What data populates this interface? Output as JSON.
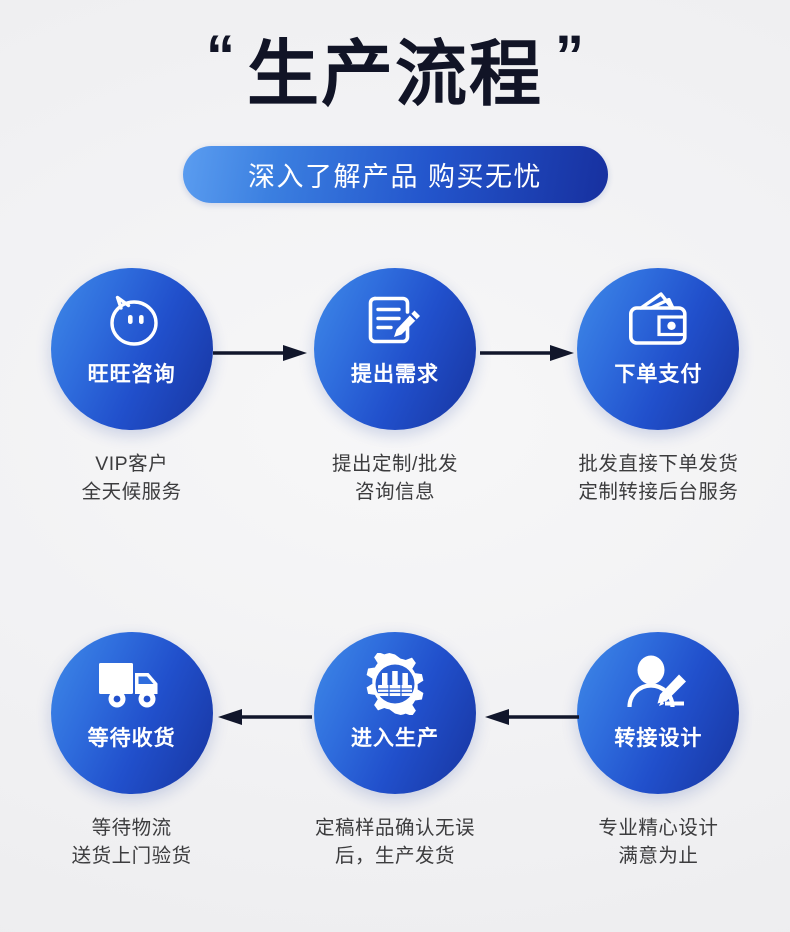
{
  "header": {
    "quote_left": "“",
    "quote_right": "”",
    "title": "生产流程",
    "subtitle": "深入了解产品 购买无忧",
    "pill_gradient_from": "#5b9df0",
    "pill_gradient_to": "#17309f"
  },
  "theme": {
    "background": "#f3f3f4",
    "title_color": "#111426",
    "circle_gradient_from": "#3f8ae8",
    "circle_gradient_to": "#17349f",
    "caption_color": "#3c3c3e",
    "arrow_color": "#11162b"
  },
  "flow": {
    "rows": [
      {
        "direction": "right",
        "steps": [
          {
            "icon": "wangwang-face-icon",
            "label": "旺旺咨询",
            "caption_line1": "VIP客户",
            "caption_line2": "全天候服务"
          },
          {
            "icon": "document-pencil-icon",
            "label": "提出需求",
            "caption_line1": "提出定制/批发",
            "caption_line2": "咨询信息"
          },
          {
            "icon": "wallet-icon",
            "label": "下单支付",
            "caption_line1": "批发直接下单发货",
            "caption_line2": "定制转接后台服务"
          }
        ]
      },
      {
        "direction": "left",
        "steps": [
          {
            "icon": "delivery-truck-icon",
            "label": "等待收货",
            "caption_line1": "等待物流",
            "caption_line2": "送货上门验货"
          },
          {
            "icon": "gear-factory-icon",
            "label": "进入生产",
            "caption_line1": "定稿样品确认无误",
            "caption_line2": "后，生产发货"
          },
          {
            "icon": "person-pencil-icon",
            "label": "转接设计",
            "caption_line1": "专业精心设计",
            "caption_line2": "满意为止"
          }
        ]
      }
    ],
    "arrows": [
      {
        "name": "arrow-step1-to-step2",
        "direction": "right"
      },
      {
        "name": "arrow-step2-to-step3",
        "direction": "right"
      },
      {
        "name": "arrow-step5-to-step4",
        "direction": "left"
      },
      {
        "name": "arrow-step6-to-step5",
        "direction": "left"
      }
    ]
  }
}
